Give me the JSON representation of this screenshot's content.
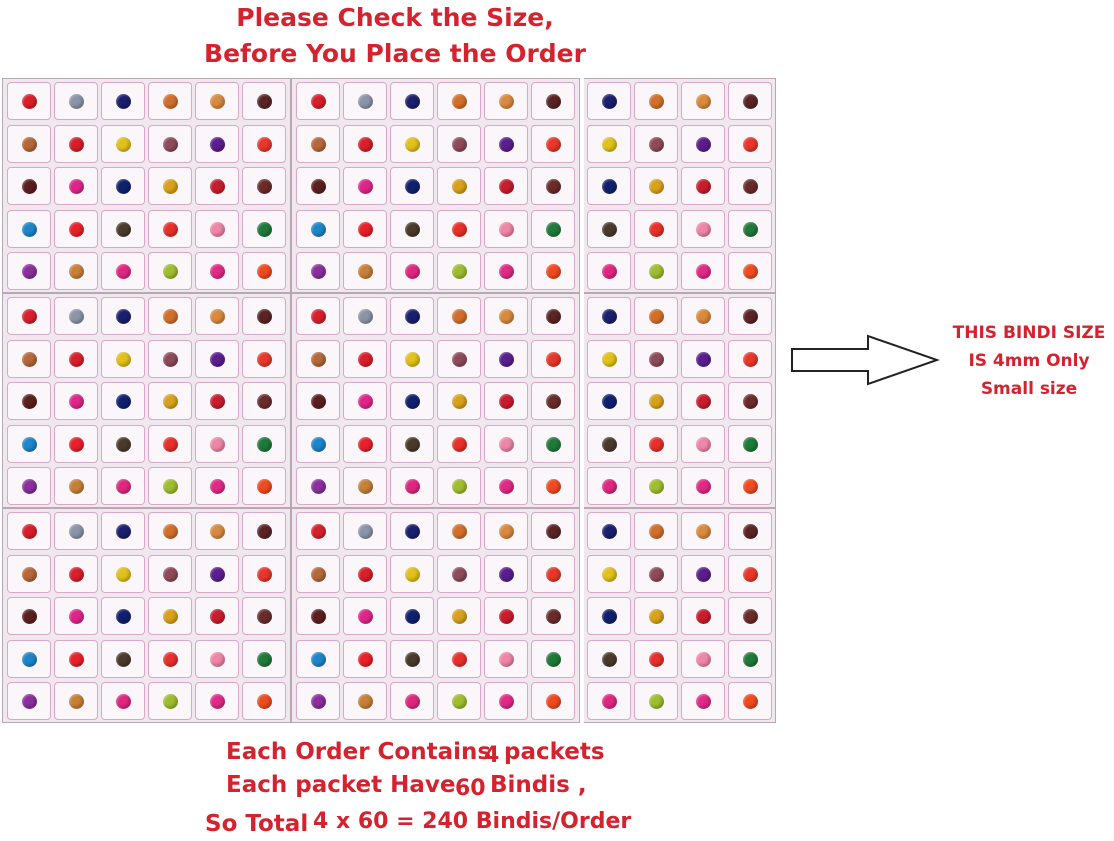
{
  "heading": {
    "line1": "Please Check the Size,",
    "line2": "Before You Place the Order"
  },
  "side_note": {
    "line1": "THIS BINDI SIZE",
    "line2": "IS 4mm Only",
    "line3": "Small size"
  },
  "bottom_text": {
    "line1_text": "Each Order Contains",
    "line1_num": "4",
    "line1_after": "packets",
    "line2_text": "Each packet Have",
    "line2_num": "60",
    "line2_after": "Bindis ,",
    "line3_text": "So Total",
    "line3_num": "4 x 60 = 240 Bindis/Order"
  },
  "colors": {
    "text_red": "#d4232e",
    "arrow": "#222222",
    "card_border": "#d6a9c7"
  },
  "bindi_pattern": [
    [
      "#d81f2a",
      "#8c95a8",
      "#1b1f6e",
      "#d2702b",
      "#d98a3f",
      "#5a2424"
    ],
    [
      "#b5683a",
      "#d81f2a",
      "#e2c11a",
      "#8e4a5a",
      "#5a1e8e",
      "#e8372a"
    ],
    [
      "#5b1f1f",
      "#e0258a",
      "#10206e",
      "#d9a21c",
      "#c81d2d",
      "#6a2c2a"
    ],
    [
      "#1d85c9",
      "#e8202a",
      "#4a3a2c",
      "#e8302a",
      "#ef86a8",
      "#1f7a3a"
    ],
    [
      "#8a2f9c",
      "#c6803a",
      "#e02780",
      "#9fbe2f",
      "#e02a86",
      "#f04a20"
    ]
  ]
}
